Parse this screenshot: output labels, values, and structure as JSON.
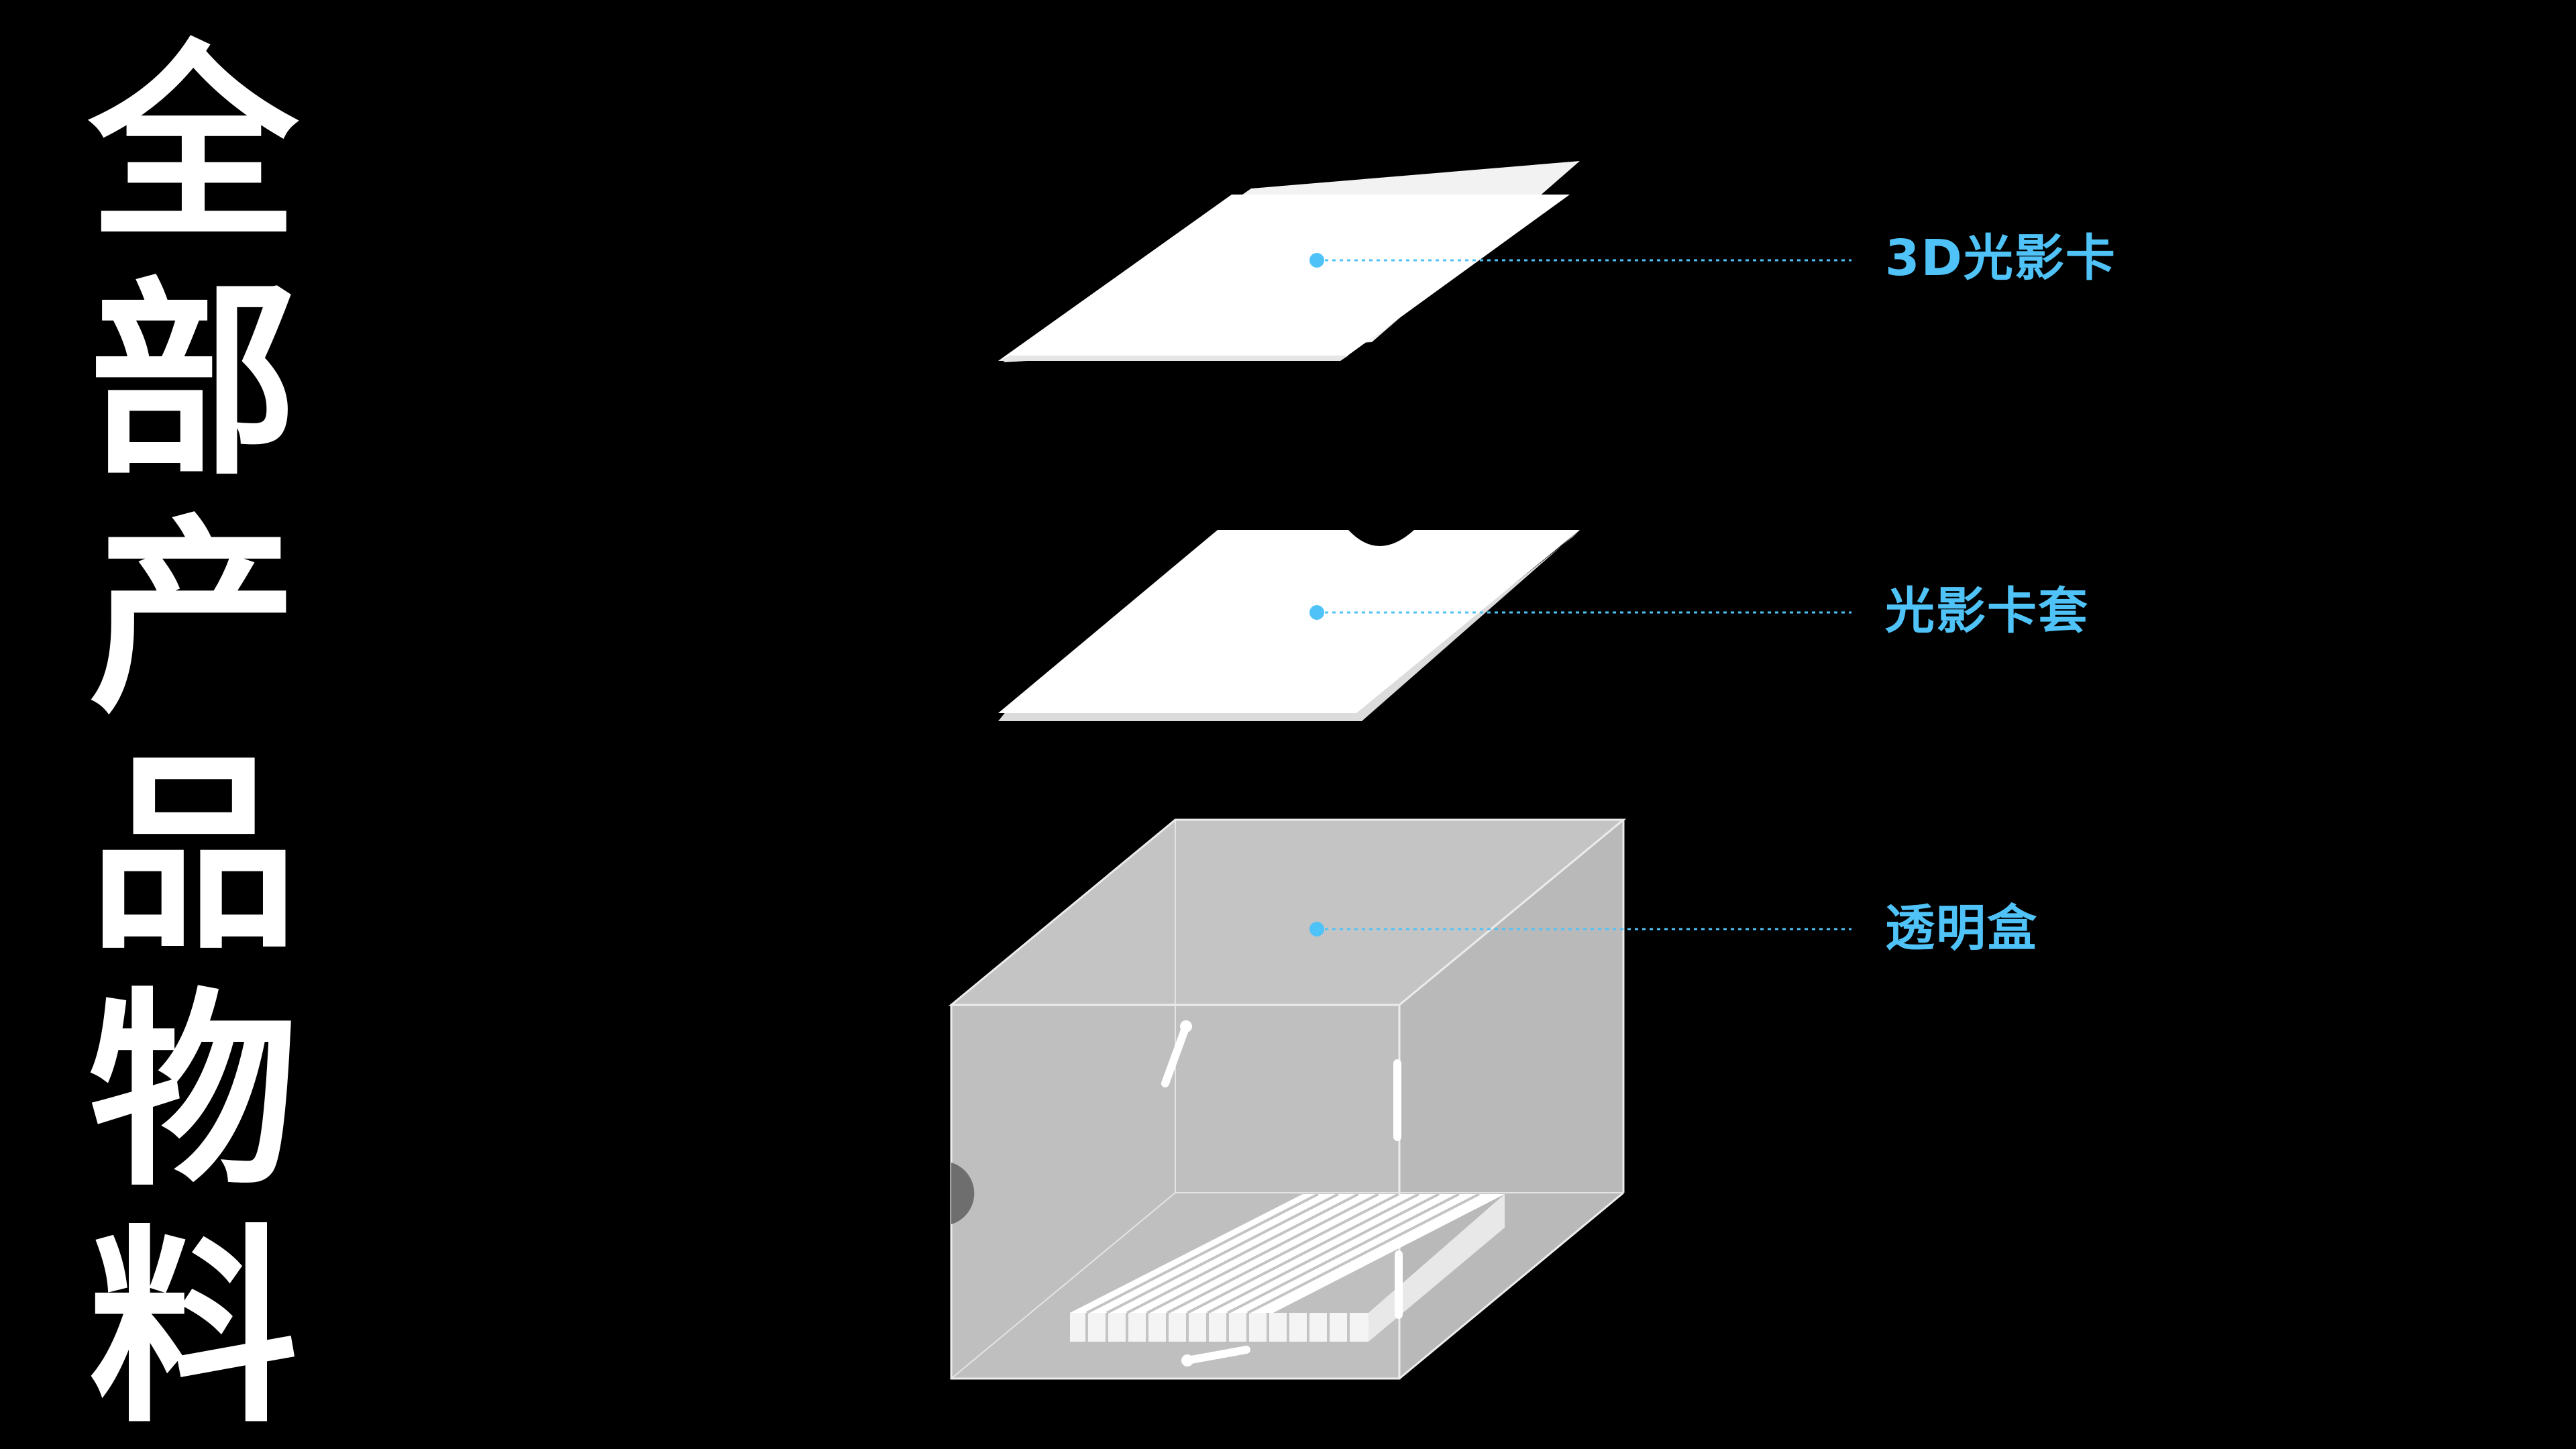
{
  "title": {
    "chars": [
      "全",
      "部",
      "产",
      "品",
      "物",
      "料"
    ]
  },
  "components": [
    {
      "id": "card",
      "label": "3D光影卡"
    },
    {
      "id": "sleeve",
      "label": "光影卡套"
    },
    {
      "id": "box",
      "label": "透明盒"
    }
  ],
  "colors": {
    "background": "#000000",
    "title_text": "#ffffff",
    "label_text": "#4fc3f7",
    "leader_line": "#4fc3f7",
    "paper": "#ffffff",
    "box_body": "#c2c2c2"
  }
}
